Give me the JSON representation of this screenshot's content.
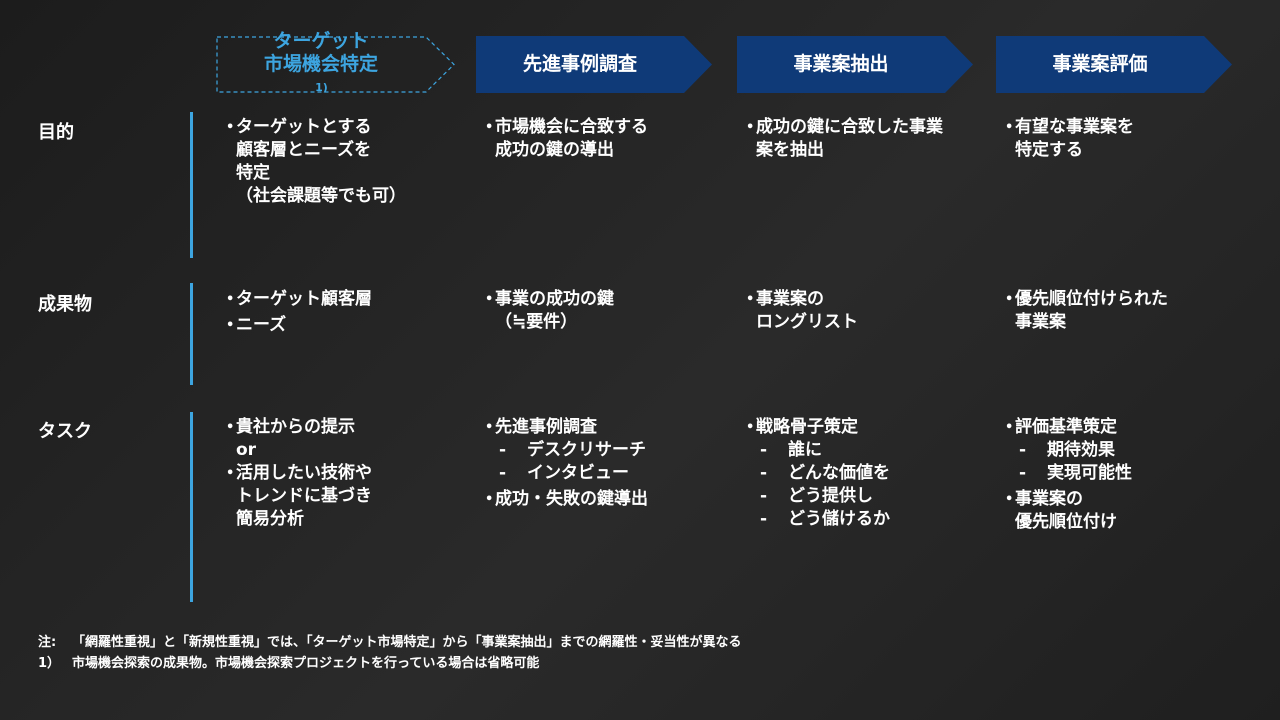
{
  "stages": [
    {
      "label_lines": [
        "ターゲット",
        "市場機会特定"
      ],
      "footnote": "1)",
      "style": "dashed",
      "color": "#3da5e0"
    },
    {
      "label_lines": [
        "先進事例調査"
      ],
      "style": "filled",
      "color": "#0f3a78"
    },
    {
      "label_lines": [
        "事業案抽出"
      ],
      "style": "filled",
      "color": "#0f3a78"
    },
    {
      "label_lines": [
        "事業案評価"
      ],
      "style": "filled",
      "color": "#0f3a78"
    }
  ],
  "rows": {
    "purpose": {
      "header": "目的",
      "cells": [
        [
          "ターゲットとする",
          "顧客層とニーズを",
          "特定",
          "（社会課題等でも可）"
        ],
        [
          "市場機会に合致する",
          "成功の鍵の導出"
        ],
        [
          "成功の鍵に合致した事業",
          "案を抽出"
        ],
        [
          "有望な事業案を",
          "特定する"
        ]
      ]
    },
    "deliverables": {
      "header": "成果物",
      "cells": [
        {
          "items": [
            "ターゲット顧客層",
            "ニーズ"
          ]
        },
        {
          "items": [
            "事業の成功の鍵"
          ],
          "cont": "（≒要件）"
        },
        {
          "items": [
            "事業案の"
          ],
          "cont": "ロングリスト"
        },
        {
          "items": [
            "優先順位付けられた"
          ],
          "cont": "事業案"
        }
      ]
    },
    "tasks": {
      "header": "タスク",
      "col1": {
        "item1": "貴社からの提示",
        "or": "or",
        "item2_lines": [
          "活用したい技術や",
          "トレンドに基づき",
          "簡易分析"
        ]
      },
      "col2": {
        "item1": "先進事例調査",
        "subs": [
          "デスクリサーチ",
          "インタビュー"
        ],
        "item2": "成功・失敗の鍵導出"
      },
      "col3": {
        "item1": "戦略骨子策定",
        "subs": [
          "誰に",
          "どんな価値を",
          "どう提供し",
          "どう儲けるか"
        ]
      },
      "col4": {
        "item1": "評価基準策定",
        "subs": [
          "期待効果",
          "実現可能性"
        ],
        "item2_lines": [
          "事業案の",
          "優先順位付け"
        ]
      }
    }
  },
  "dash": "-",
  "notes": [
    {
      "key": "注:",
      "text": "「網羅性重視」と「新規性重視」では、「ターゲット市場特定」から「事業案抽出」までの網羅性・妥当性が異なる"
    },
    {
      "key": "1）",
      "text": "市場機会探索の成果物。市場機会探索プロジェクトを行っている場合は省略可能"
    }
  ],
  "colors": {
    "accent": "#3da5e0",
    "chevron": "#0f3a78"
  }
}
